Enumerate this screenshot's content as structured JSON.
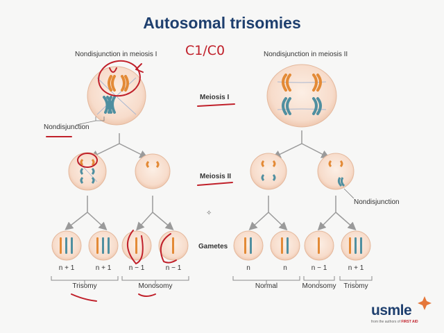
{
  "title": "Autosomal trisomies",
  "left_panel": {
    "heading": "Nondisjunction in meiosis I",
    "nondisjunction_label": "Nondisjunction"
  },
  "right_panel": {
    "heading": "Nondisjunction in meiosis II",
    "nondisjunction_label": "Nondisjunction"
  },
  "stages": {
    "meiosis1": "Meiosis I",
    "meiosis2": "Meiosis II",
    "gametes": "Gametes"
  },
  "gametes_left": [
    "n + 1",
    "n + 1",
    "n − 1",
    "n − 1"
  ],
  "gametes_right": [
    "n",
    "n",
    "n − 1",
    "n + 1"
  ],
  "groups": {
    "left_trisomy": "Trisomy",
    "left_monosomy": "Monosomy",
    "right_normal": "Normal",
    "right_monosomy": "Monosomy",
    "right_trisomy": "Trisomy"
  },
  "annotation": "C1/C0",
  "logo": {
    "word": "usmle",
    "sub_prefix": "from the authors of",
    "sub_brand": "FIRST AID"
  },
  "colors": {
    "title": "#1e3f6e",
    "cell_fill": "#f7dccb",
    "cell_stroke": "#e4b89c",
    "orange": "#e38a36",
    "teal": "#4f8fa0",
    "arrow": "#9a9a9a",
    "ink": "#c0202a"
  }
}
